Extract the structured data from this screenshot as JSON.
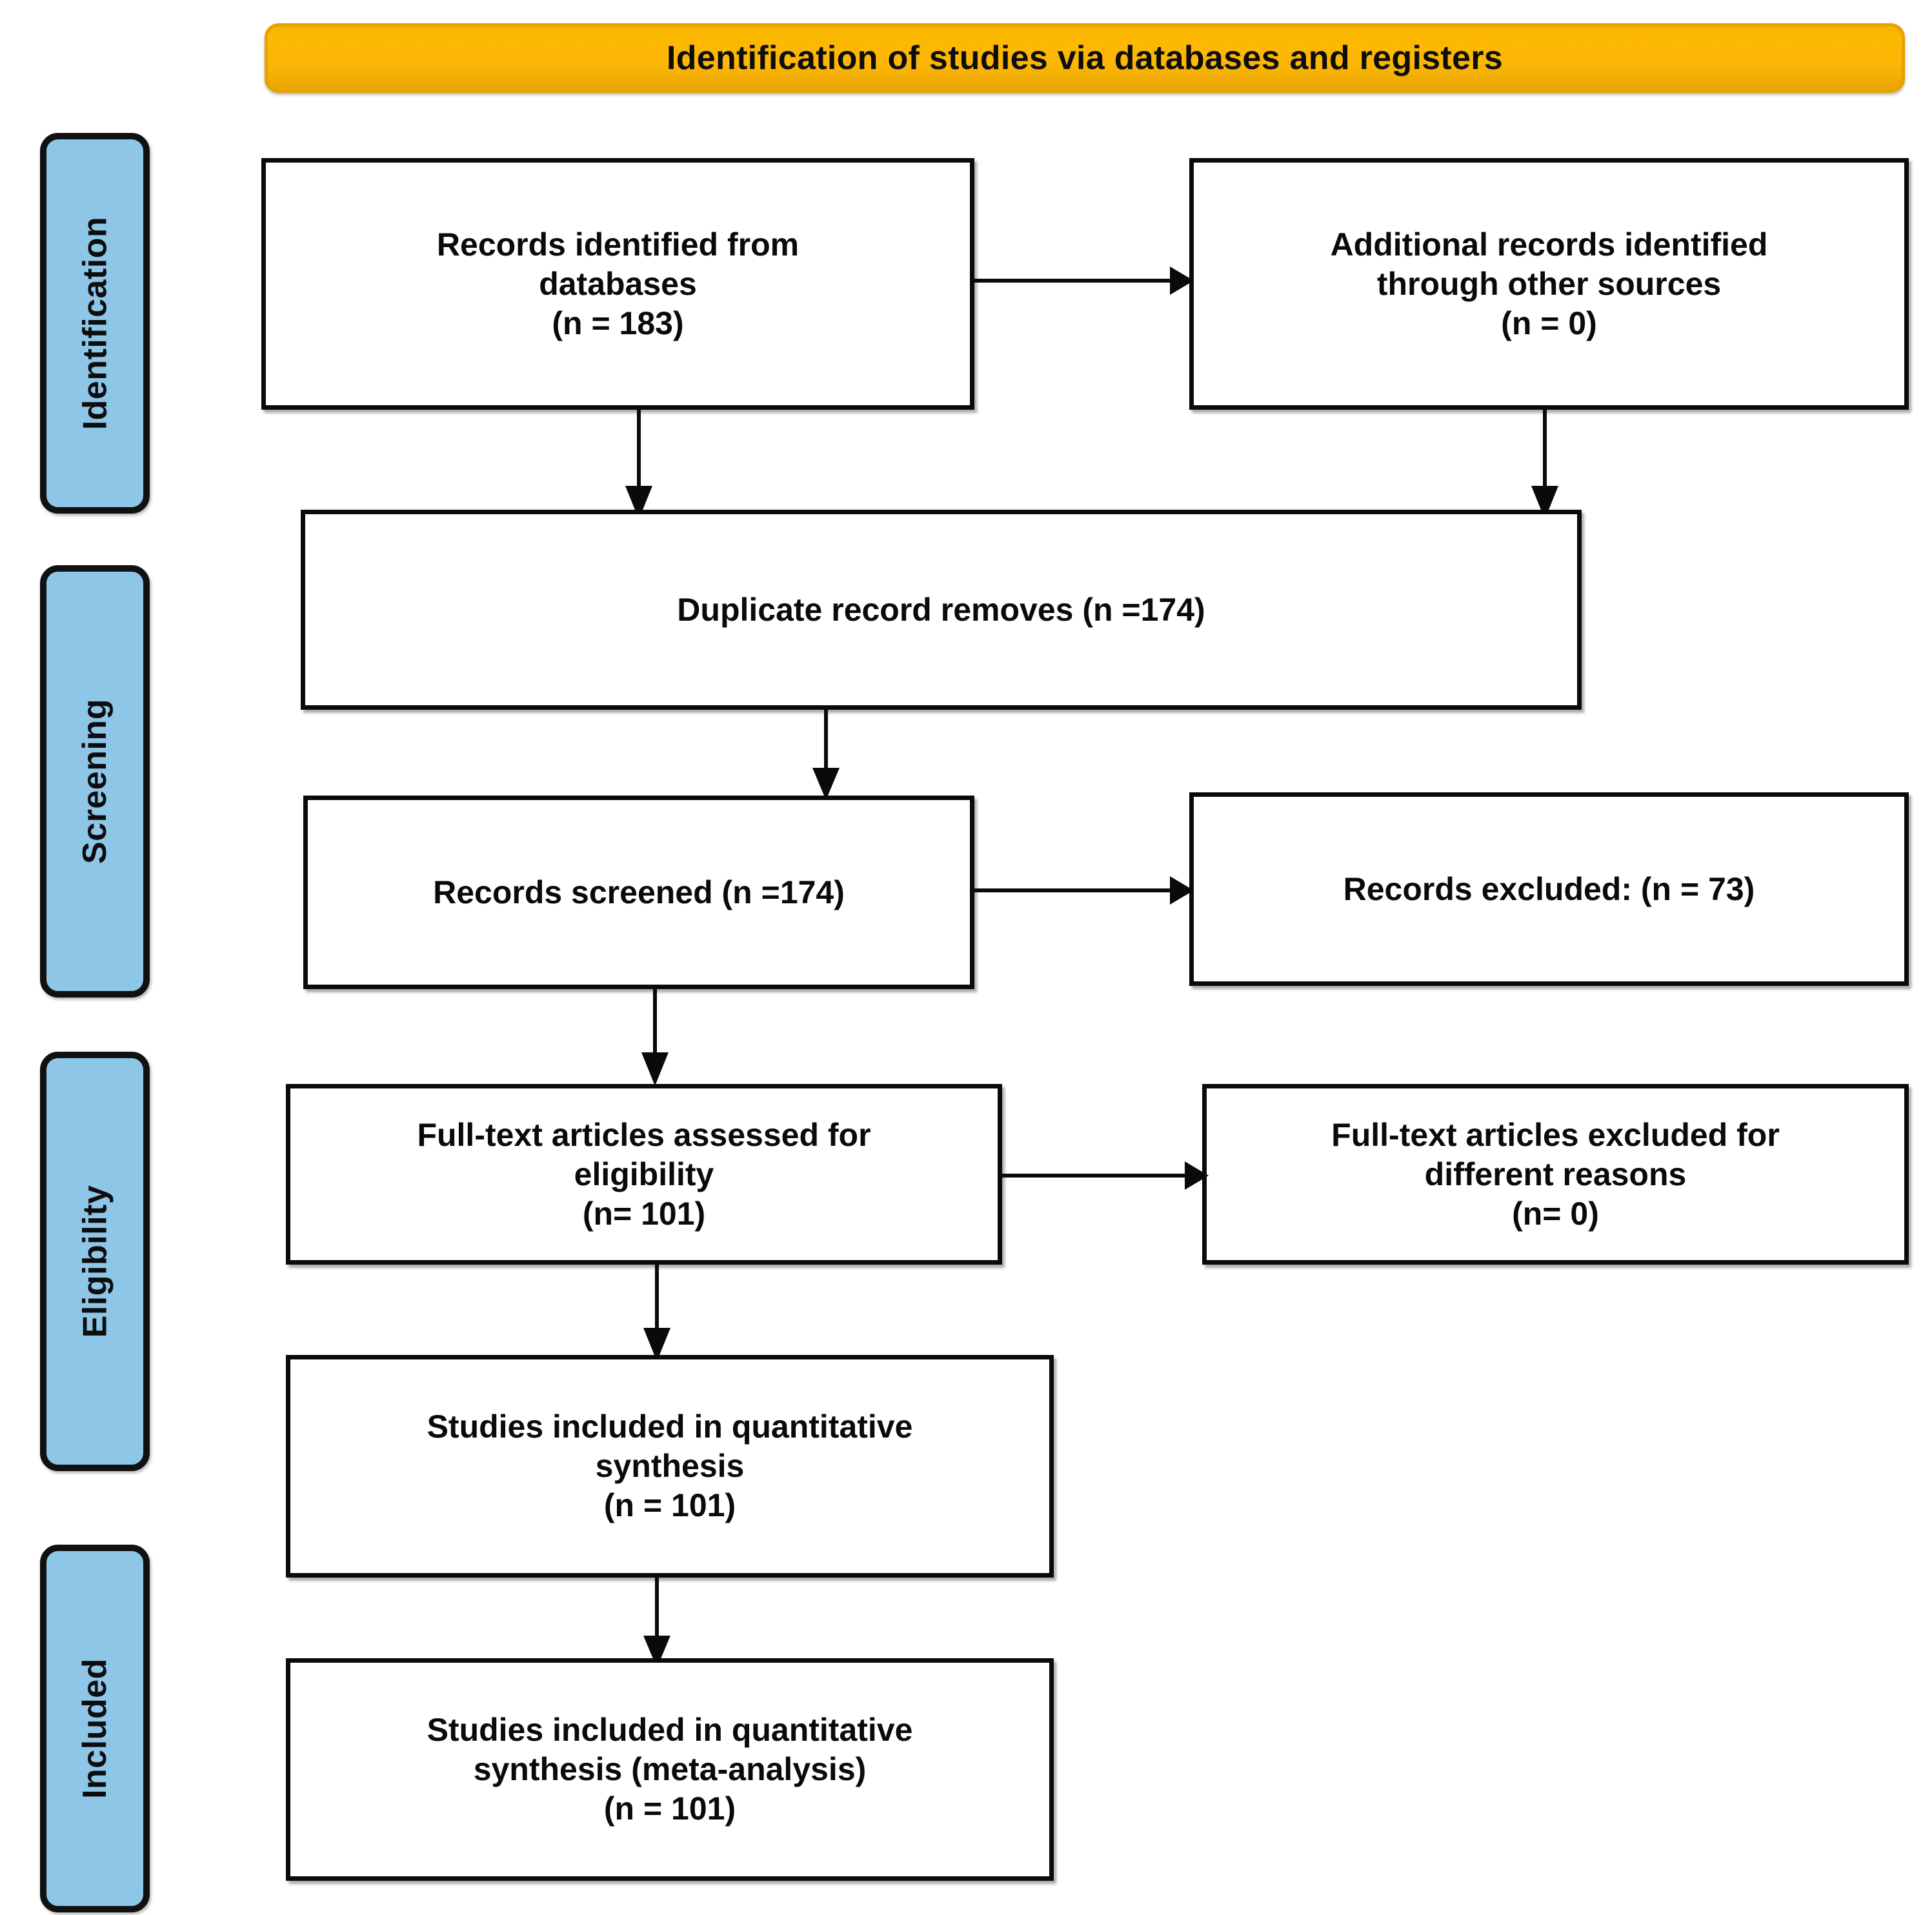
{
  "diagram": {
    "title": "Identification of studies via databases and registers",
    "type": "PRISMA flow diagram",
    "colors": {
      "banner_fill": "#fcb900",
      "banner_border": "#e8a200",
      "stage_fill": "#8ec6e8",
      "stage_border": "#111111",
      "box_border": "#0a0a0a",
      "box_fill": "#ffffff",
      "text": "#0a0a0a"
    }
  },
  "stages": [
    {
      "id": "identification",
      "label": "Identification"
    },
    {
      "id": "screening",
      "label": "Screening"
    },
    {
      "id": "eligibility",
      "label": "Eligibility"
    },
    {
      "id": "included",
      "label": "Included"
    }
  ],
  "boxes": {
    "records_identified": {
      "label": "Records identified from\ndatabases\n(n = 183)",
      "n": 183
    },
    "additional_records": {
      "label": "Additional records identified\nthrough other sources\n(n = 0)",
      "n": 0
    },
    "duplicates_removed": {
      "label": "Duplicate record removes (n =174)",
      "n": 174
    },
    "records_screened": {
      "label": "Records screened (n =174)",
      "n": 174
    },
    "records_excluded": {
      "label": "Records excluded: (n = 73)",
      "n": 73
    },
    "fulltext_assessed": {
      "label": "Full-text articles assessed for\neligibility\n(n= 101)",
      "n": 101
    },
    "fulltext_excluded": {
      "label": "Full-text articles excluded for\ndifferent reasons\n(n= 0)",
      "n": 0
    },
    "quantitative_synthesis": {
      "label": "Studies included in quantitative\nsynthesis\n(n = 101)",
      "n": 101
    },
    "meta_analysis": {
      "label": "Studies included in quantitative\nsynthesis (meta-analysis)\n(n = 101)",
      "n": 101
    }
  },
  "flow_data": {
    "type": "flowchart",
    "nodes": [
      {
        "id": "records_identified",
        "stage": "Identification",
        "count": 183
      },
      {
        "id": "additional_records",
        "stage": "Identification",
        "count": 0
      },
      {
        "id": "duplicates_removed",
        "stage": "Screening",
        "count": 174
      },
      {
        "id": "records_screened",
        "stage": "Screening",
        "count": 174
      },
      {
        "id": "records_excluded",
        "stage": "Screening",
        "count": 73
      },
      {
        "id": "fulltext_assessed",
        "stage": "Eligibility",
        "count": 101
      },
      {
        "id": "fulltext_excluded",
        "stage": "Eligibility",
        "count": 0
      },
      {
        "id": "quantitative_synthesis",
        "stage": "Included",
        "count": 101
      },
      {
        "id": "meta_analysis",
        "stage": "Included",
        "count": 101
      }
    ],
    "edges": [
      {
        "from": "records_identified",
        "to": "additional_records",
        "direction": "right"
      },
      {
        "from": "records_identified",
        "to": "duplicates_removed",
        "direction": "down"
      },
      {
        "from": "additional_records",
        "to": "duplicates_removed",
        "direction": "down"
      },
      {
        "from": "duplicates_removed",
        "to": "records_screened",
        "direction": "down"
      },
      {
        "from": "records_screened",
        "to": "records_excluded",
        "direction": "right"
      },
      {
        "from": "records_screened",
        "to": "fulltext_assessed",
        "direction": "down"
      },
      {
        "from": "fulltext_assessed",
        "to": "fulltext_excluded",
        "direction": "right"
      },
      {
        "from": "fulltext_assessed",
        "to": "quantitative_synthesis",
        "direction": "down"
      },
      {
        "from": "quantitative_synthesis",
        "to": "meta_analysis",
        "direction": "down"
      }
    ]
  }
}
